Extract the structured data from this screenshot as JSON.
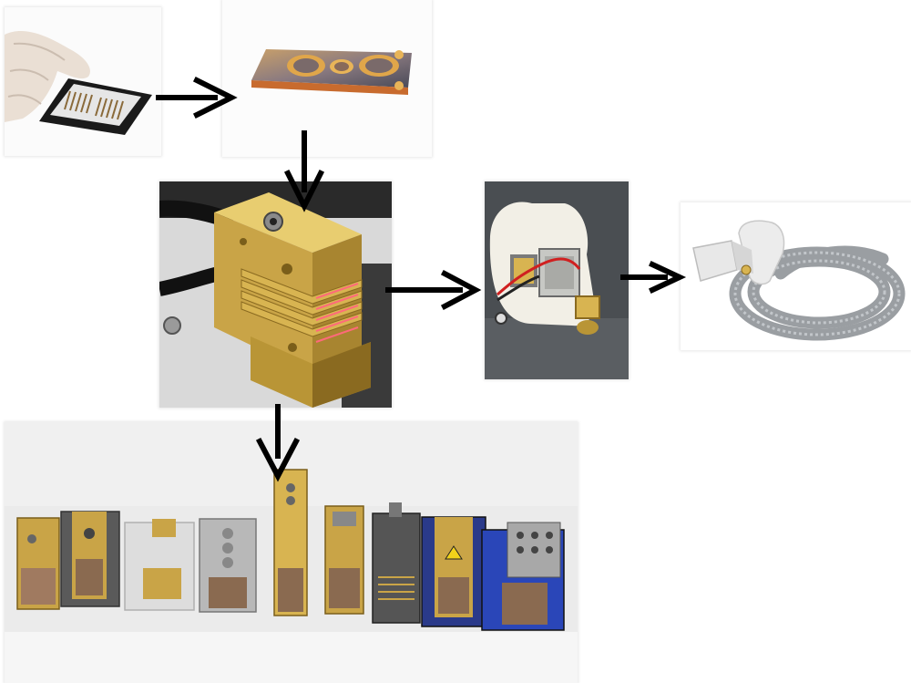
{
  "title": "",
  "steps": [
    "laser-bar-chips",
    "gold-plated-heatsink-plate",
    "stacked-diode-laser-module",
    "module-inside-handpiece",
    "finished-handpiece-with-cable"
  ],
  "module_variants": 9,
  "colors": {
    "gold": "#d8b24a",
    "arrow": "#000000",
    "copper": "#b87333",
    "handpiece": "#eeeeee",
    "cable": "#9a9ea2"
  }
}
